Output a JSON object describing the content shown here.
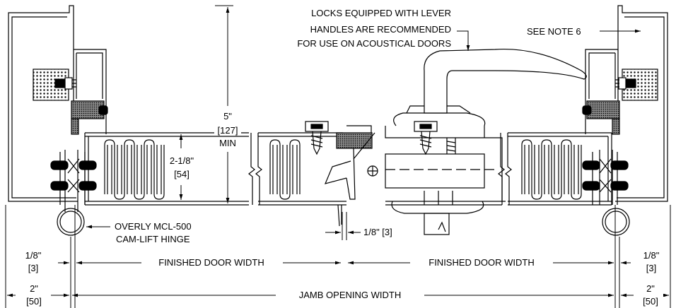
{
  "labels": {
    "lever_note": [
      "LOCKS EQUIPPED WITH LEVER",
      "HANDLES ARE RECOMMENDED",
      "FOR USE ON ACOUSTICAL DOORS"
    ],
    "see_note": "SEE NOTE 6",
    "height_dim": [
      "5\"",
      "[127]",
      "MIN"
    ],
    "depth_dim": [
      "2-1/8\"",
      "[54]"
    ],
    "hinge_note": [
      "OVERLY MCL-500",
      "CAM-LIFT HINGE"
    ],
    "gap_center": "1/8\" [3]",
    "gap_left": [
      "1/8\"",
      "[3]"
    ],
    "gap_right": [
      "1/8\"",
      "[3]"
    ],
    "door_width_left": "FINISHED DOOR WIDTH",
    "door_width_right": "FINISHED DOOR WIDTH",
    "jamb_left": [
      "2\"",
      "[50]"
    ],
    "jamb_right": [
      "2\"",
      "[50]"
    ],
    "jamb_opening": "JAMB OPENING WIDTH"
  },
  "colors": {
    "line": "#000000",
    "seal_fill": "#c9c9c9",
    "paper": "#ffffff"
  }
}
